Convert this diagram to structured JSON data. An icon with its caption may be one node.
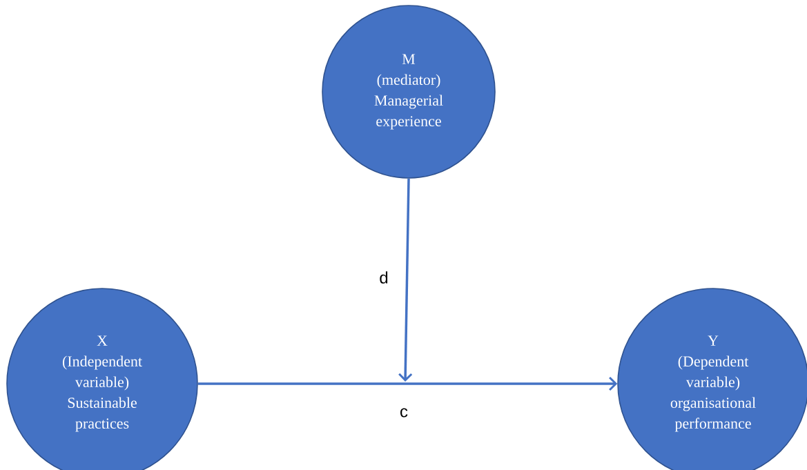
{
  "diagram": {
    "nodes": [
      {
        "text": [
          "M",
          "(mediator)",
          "Managerial experience"
        ]
      },
      {
        "text": [
          "X",
          "(Independent variable)",
          "Sustainable practices"
        ]
      },
      {
        "text": [
          "Y",
          "(Dependent variable)",
          "organisational performance"
        ]
      }
    ],
    "edges": [
      {
        "from": 0,
        "to": null,
        "arrow": "to",
        "label": "d"
      },
      {
        "from": 1,
        "to": 2,
        "arrow": "to",
        "label": "c"
      }
    ]
  }
}
